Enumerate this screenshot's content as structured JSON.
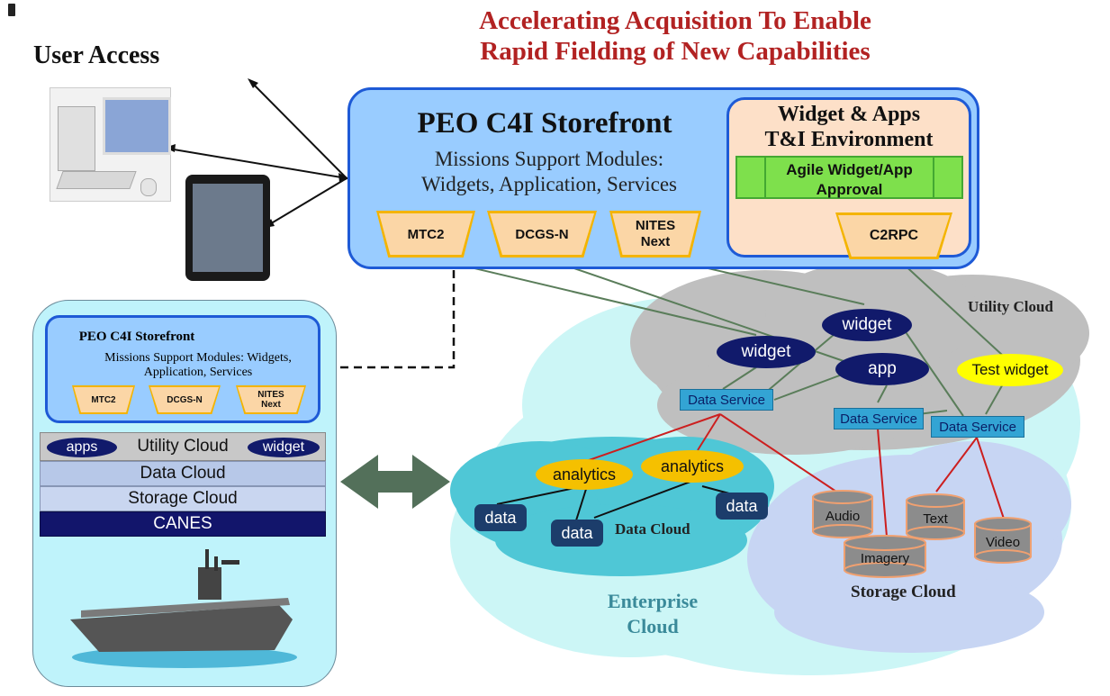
{
  "title": {
    "line1": "Accelerating Acquisition To Enable",
    "line2": "Rapid Fielding of New Capabilities"
  },
  "user_access": "User Access",
  "storefront": {
    "title": "PEO C4I Storefront",
    "subtitle_line1": "Missions Support Modules:",
    "subtitle_line2": "Widgets, Application, Services",
    "modules": [
      {
        "line1": "MTC2",
        "line2": ""
      },
      {
        "line1": "DCGS-N",
        "line2": ""
      },
      {
        "line1": "NITES",
        "line2": "Next"
      }
    ]
  },
  "widget_apps": {
    "title_line1": "Widget  & Apps",
    "title_line2": "T&I Environment",
    "agile_line1": "Agile Widget/App",
    "agile_line2": "Approval",
    "module": "C2RPC"
  },
  "ship_panel": {
    "store_title": "PEO C4I Storefront",
    "store_sub_line1": "Missions Support Modules: Widgets,",
    "store_sub_line2": "Application, Services",
    "modules": [
      {
        "line1": "MTC2",
        "line2": ""
      },
      {
        "line1": "DCGS-N",
        "line2": ""
      },
      {
        "line1": "NITES",
        "line2": "Next"
      }
    ],
    "layers": {
      "utility_left": "apps",
      "utility": "Utility Cloud",
      "utility_right": "widget",
      "data": "Data Cloud",
      "storage": "Storage Cloud",
      "canes": "CANES"
    }
  },
  "clouds": {
    "utility": {
      "label": "Utility Cloud",
      "widget1": "widget",
      "widget2": "widget",
      "app": "app",
      "test_widget": "Test widget",
      "data_service": "Data Service"
    },
    "data": {
      "label": "Data Cloud",
      "analytics": "analytics",
      "data": "data"
    },
    "storage": {
      "label": "Storage Cloud",
      "audio": "Audio",
      "text": "Text",
      "imagery": "Imagery",
      "video": "Video"
    },
    "enterprise": {
      "line1": "Enterprise",
      "line2": "Cloud"
    }
  },
  "colors": {
    "title": "#b22222",
    "storefront_fill": "#99ccff",
    "storefront_border": "#1e5ad6",
    "module_border": "#f4b400",
    "module_fill": "#fbd6a6",
    "agile_fill": "#7ee04c",
    "dark_oval": "#111a6b",
    "test_widget": "#ffff00",
    "analytics": "#f5c000",
    "data_service": "#33a4d4",
    "connector_green": "#5a7d5a",
    "connector_red": "#cc1f1f"
  }
}
